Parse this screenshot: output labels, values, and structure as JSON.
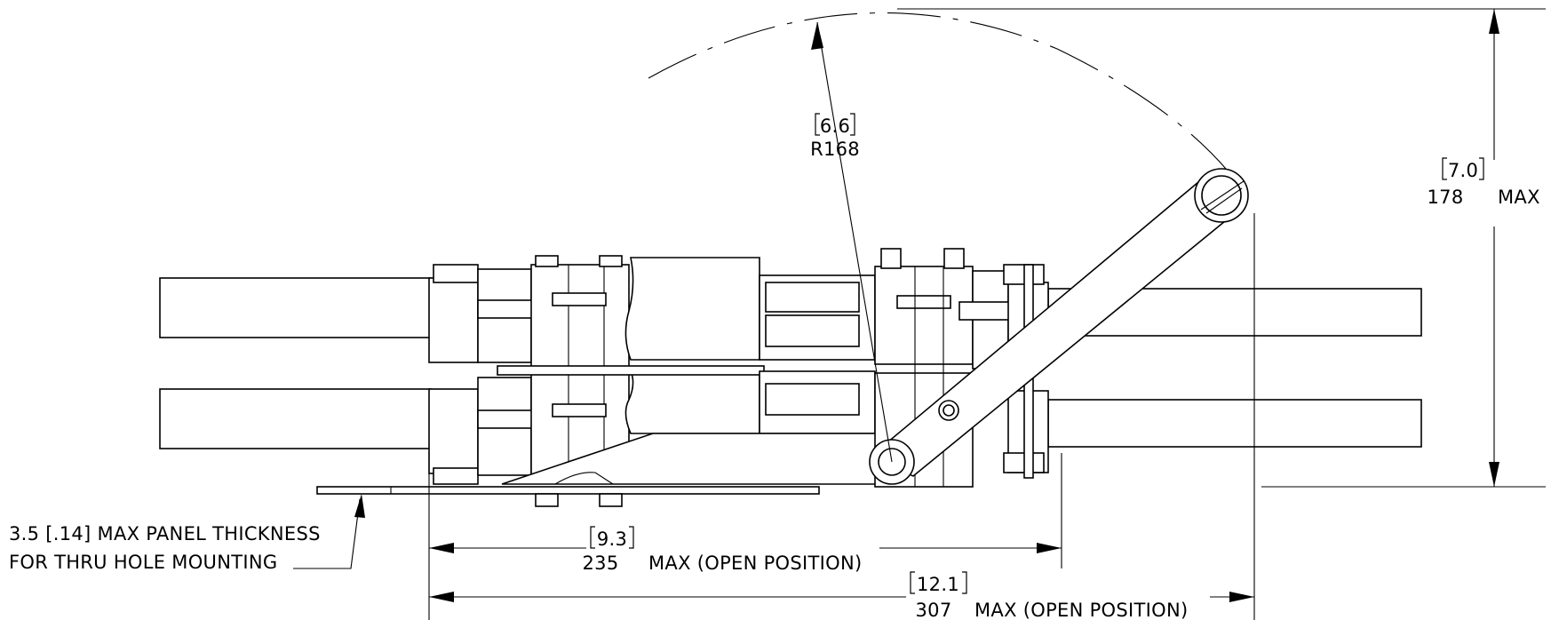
{
  "dimensions": {
    "radius": {
      "inch": "6.6",
      "mm": "R168"
    },
    "height": {
      "inch": "7.0",
      "mm": "178",
      "suffix": "MAX"
    },
    "width_open": {
      "inch": "9.3",
      "mm": "235",
      "suffix": "MAX (OPEN POSITION)"
    },
    "overall_open": {
      "inch": "12.1",
      "mm": "307",
      "suffix": "MAX (OPEN POSITION)"
    }
  },
  "notes": {
    "panel_line1": "3.5 [.14] MAX PANEL THICKNESS",
    "panel_line2": "FOR THRU HOLE MOUNTING"
  }
}
